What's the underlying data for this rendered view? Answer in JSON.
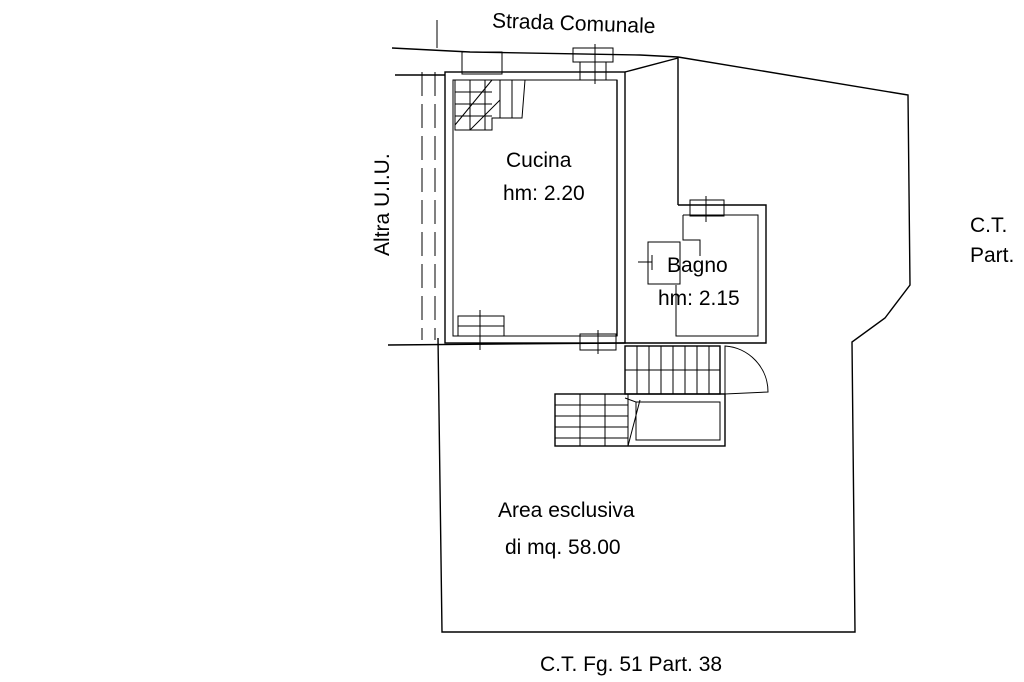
{
  "labels": {
    "street": "Strada Comunale",
    "left_neighbor": "Altra U.I.U.",
    "right_neighbor_1": "C.T.",
    "right_neighbor_2": "Part.",
    "bottom_neighbor": "C.T. Fg. 51 Part. 38"
  },
  "rooms": {
    "kitchen": {
      "name": "Cucina",
      "height": "hm: 2.20"
    },
    "bathroom": {
      "name": "Bagno",
      "height": "hm: 2.15"
    },
    "area": {
      "name": "Area esclusiva",
      "size": "di mq. 58.00"
    }
  }
}
